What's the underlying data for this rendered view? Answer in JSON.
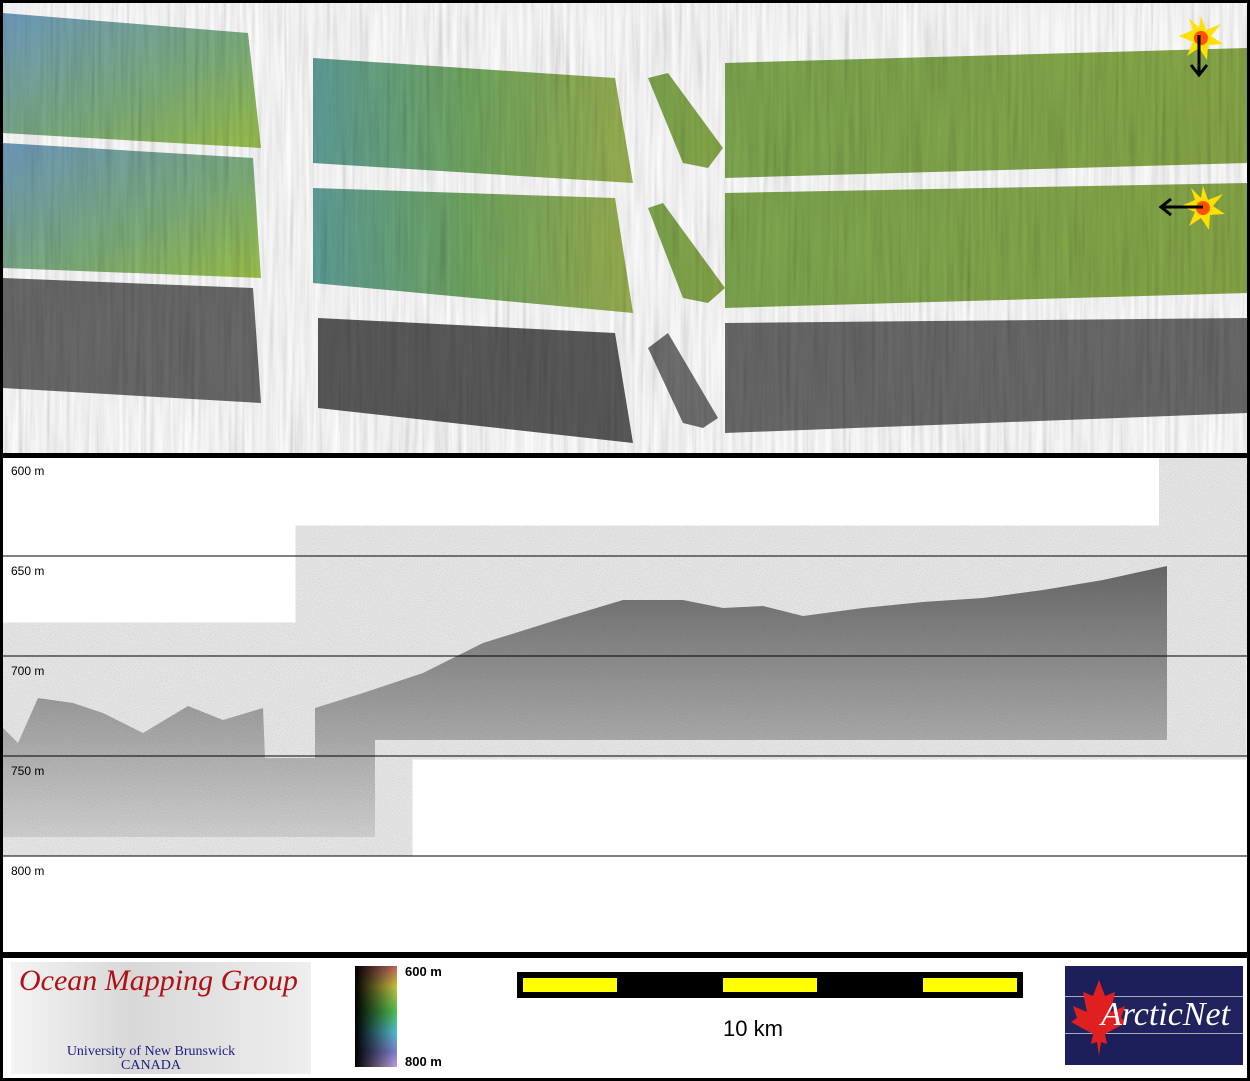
{
  "profile": {
    "depth_labels": [
      "600 m",
      "650 m",
      "700 m",
      "750 m",
      "800 m"
    ]
  },
  "legend": {
    "logo_title": "Ocean Mapping Group",
    "logo_sub1": "University of New Brunswick",
    "logo_sub2": "CANADA",
    "colorbar_top": "600 m",
    "colorbar_bottom": "800 m",
    "scale_label": "10 km",
    "partner_logo": "ArcticNet"
  },
  "colors": {
    "scale_fill": "#ffff00",
    "bathy_shallow": "#6a9a3a",
    "bathy_deep": "#5a8aa8"
  },
  "icons": [
    "sun-marker-icon",
    "arrow-down-icon",
    "sun-marker-icon",
    "arrow-left-icon"
  ]
}
